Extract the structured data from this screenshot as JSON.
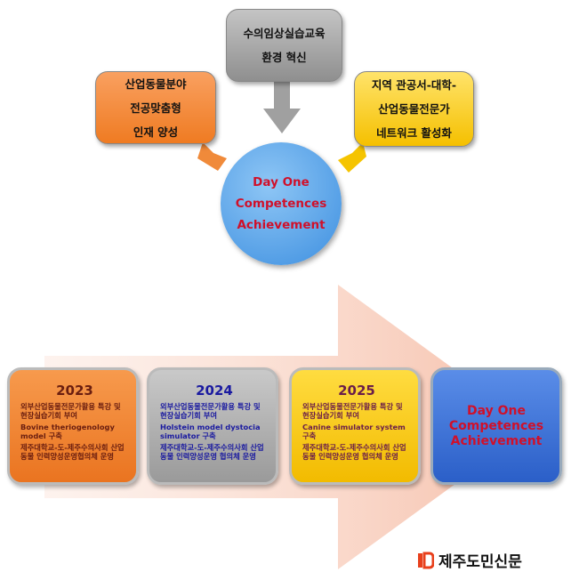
{
  "top": {
    "gray_box": [
      "수의임상실습교육",
      "환경 혁신"
    ],
    "orange_box": [
      "산업동물분야",
      "전공맞춤형",
      "인재 양성"
    ],
    "yellow_box": [
      "지역 관공서-대학-",
      "산업동물전문가",
      "네트워크 활성화"
    ],
    "circle": [
      "Day One",
      "Competences",
      "Achievement"
    ]
  },
  "timeline": [
    {
      "year": "2023",
      "items": [
        "외부산업동물전문가활용 특강 및 현장실습기회 부여",
        "Bovine theriogenology model 구축",
        "제주대학교-도-제주수의사회 산업동물 인력양성운영협의체 운영"
      ]
    },
    {
      "year": "2024",
      "items": [
        "외부산업동물전문가활용 특강 및 현장실습기회 부여",
        "Holstein model dystocia simulator 구축",
        "제주대학교-도-제주수의사회 산업동물 인력양성운영 협의체 운영"
      ]
    },
    {
      "year": "2025",
      "items": [
        "외부산업동물전문가활용 특강 및 현장실습기회 부여",
        "Canine simulator system 구축",
        "제주대학교-도-제주수의사회 산업동물 인력양성운영 협의체 운영"
      ]
    }
  ],
  "goal": [
    "Day One",
    "Competences",
    "Achievement"
  ],
  "logo": "제주도민신문"
}
